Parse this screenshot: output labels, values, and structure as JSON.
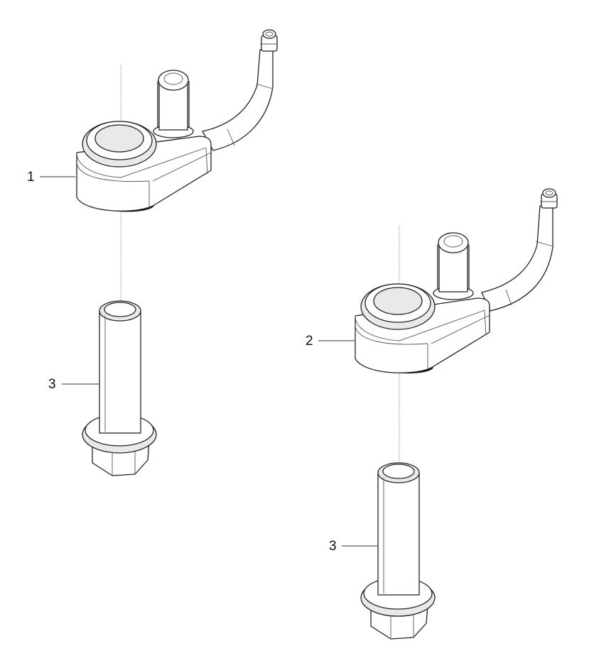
{
  "callouts": {
    "part_1": "1",
    "part_2": "2",
    "part_3_left": "3",
    "part_3_right": "3"
  }
}
